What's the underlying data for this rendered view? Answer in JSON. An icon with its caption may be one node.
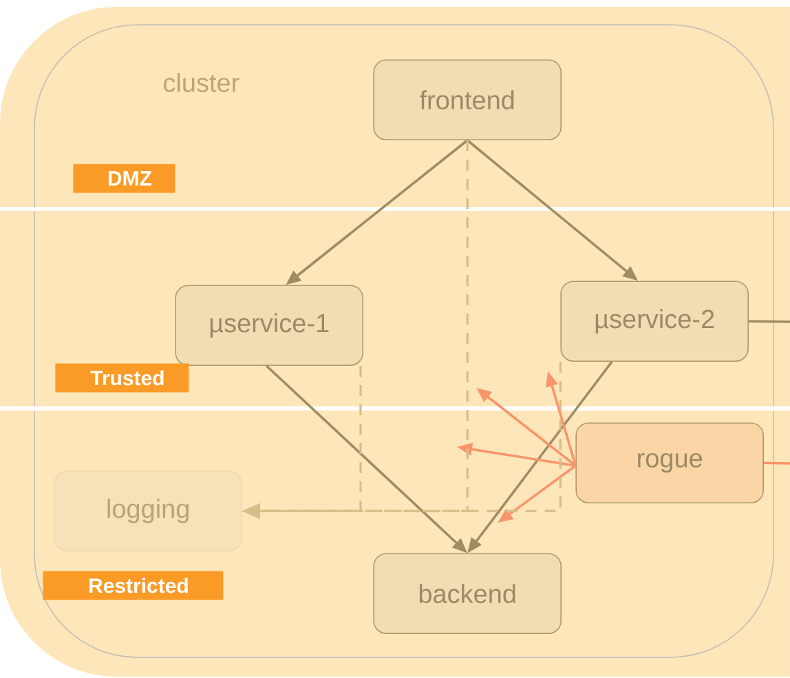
{
  "diagram": {
    "nodes": [
      {
        "text": [
          "cluster"
        ]
      },
      {
        "text": [
          "frontend"
        ],
        "in": 0
      },
      {
        "text": [
          "µservice-1"
        ],
        "in": 0
      },
      {
        "text": [
          "µservice-2"
        ],
        "in": 0
      },
      {
        "text": [
          "rogue"
        ],
        "in": 0
      },
      {
        "text": [
          "logging"
        ],
        "in": 0
      },
      {
        "text": [
          "backend"
        ],
        "in": 0
      }
    ],
    "edges": [
      {
        "from": 1,
        "to": 2,
        "arrow": "to"
      },
      {
        "from": 1,
        "to": 3,
        "arrow": "to"
      },
      {
        "from": 2,
        "to": 6,
        "arrow": "to"
      },
      {
        "from": 3,
        "to": 6,
        "arrow": "to"
      },
      {
        "from": 3,
        "to": null,
        "arrow": "none"
      },
      {
        "from": 4,
        "to": null,
        "arrow": "none",
        "color": "#f9956a"
      },
      {
        "from": 4,
        "to": 6,
        "arrow": "to",
        "color": "#f9956a"
      },
      {
        "from": 4,
        "to": null,
        "arrow": "to",
        "color": "#f9956a"
      },
      {
        "from": 4,
        "to": null,
        "arrow": "to",
        "color": "#f9956a"
      },
      {
        "from": 4,
        "to": null,
        "arrow": "to",
        "color": "#f9956a"
      },
      {
        "from": 1,
        "to": 5,
        "arrow": "to",
        "style": "dashed",
        "color": "#d8bd88"
      },
      {
        "from": 2,
        "to": 5,
        "arrow": "to",
        "style": "dashed",
        "color": "#d8bd88"
      },
      {
        "from": 3,
        "to": 5,
        "arrow": "to",
        "style": "dashed",
        "color": "#d8bd88"
      }
    ],
    "labels": [
      "DMZ",
      "Trusted",
      "Restricted"
    ]
  }
}
